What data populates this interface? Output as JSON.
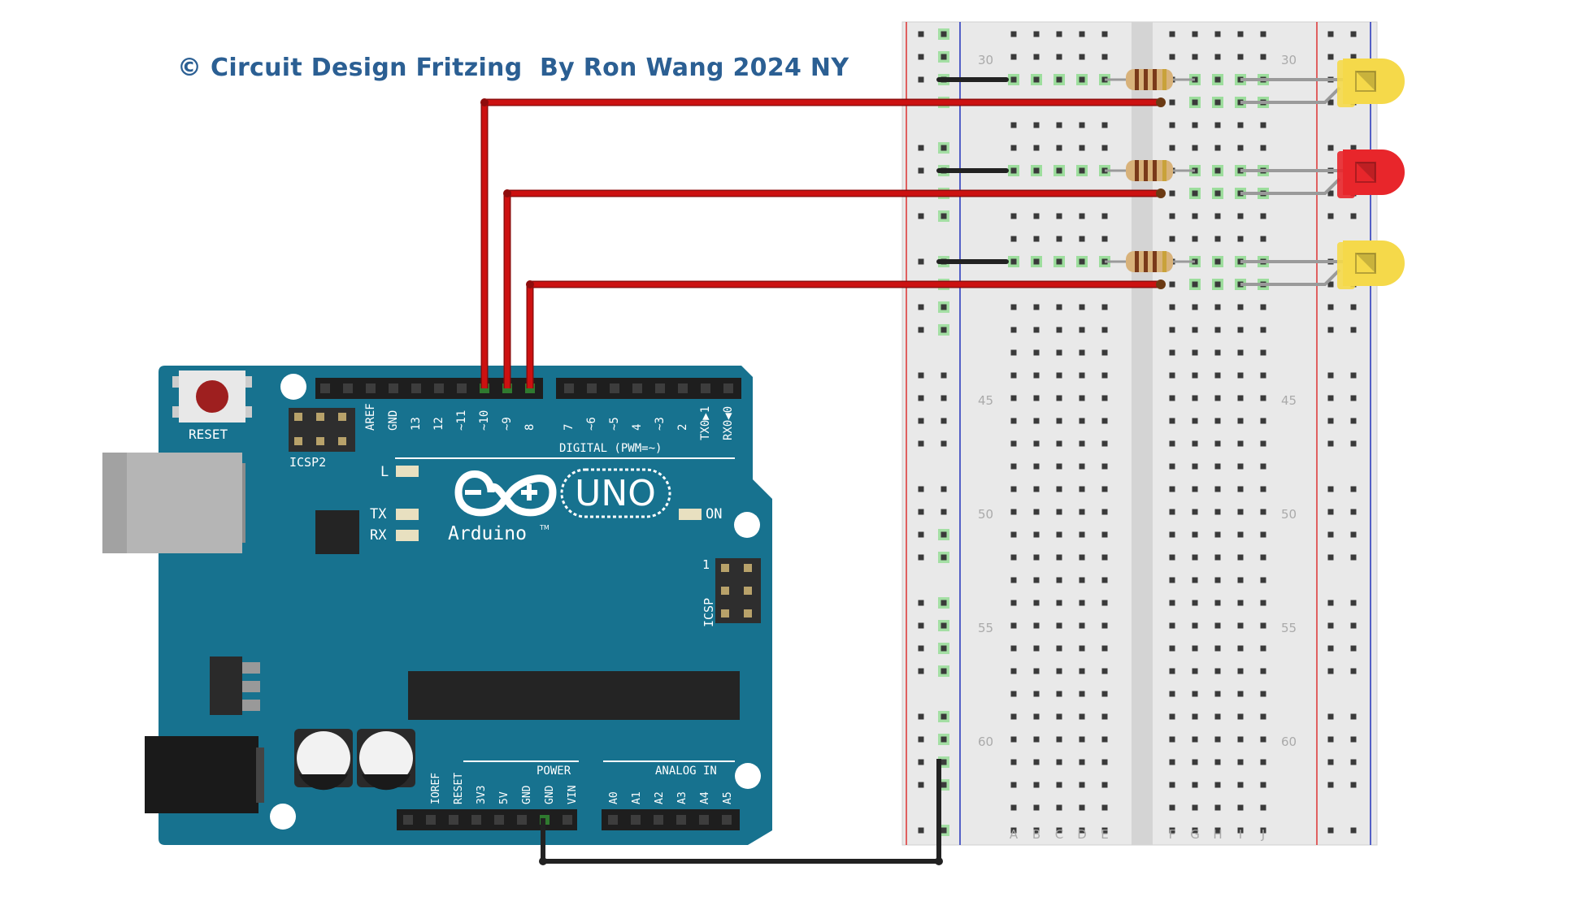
{
  "title": "© Circuit Design Fritzing  By Ron Wang 2024 NY",
  "arduino": {
    "reset_label": "RESET",
    "icsp2_label": "ICSP2",
    "icsp_label": "ICSP",
    "icsp_pin1_label": "1",
    "l_label": "L",
    "tx_label": "TX",
    "rx_label": "RX",
    "on_label": "ON",
    "uno_label": "UNO",
    "brand_label": "Arduino",
    "trademark": "TM",
    "digital_label": "DIGITAL (PWM=~)",
    "power_label": "POWER",
    "analog_label": "ANALOG IN",
    "digital_pins": [
      "AREF",
      "GND",
      "13",
      "12",
      "~11",
      "~10",
      "~9",
      "8",
      "7",
      "~6",
      "~5",
      "4",
      "~3",
      "2",
      "TX0▶1",
      "RX0◀0"
    ],
    "power_pins": [
      "IOREF",
      "RESET",
      "3V3",
      "5V",
      "GND",
      "GND",
      "VIN"
    ],
    "analog_pins": [
      "A0",
      "A1",
      "A2",
      "A3",
      "A4",
      "A5"
    ]
  },
  "breadboard": {
    "row_numbers": [
      "30",
      "45",
      "50",
      "55",
      "60"
    ],
    "column_letters": [
      "A",
      "B",
      "C",
      "D",
      "E",
      "F",
      "G",
      "H",
      "I",
      "J"
    ]
  },
  "components": {
    "leds": [
      {
        "name": "led-1",
        "color": "#f5d94a"
      },
      {
        "name": "led-2",
        "color": "#e8262b"
      },
      {
        "name": "led-3",
        "color": "#f5d94a"
      }
    ],
    "wire_color": "#cc1111",
    "ground_wire_color": "#222222"
  }
}
